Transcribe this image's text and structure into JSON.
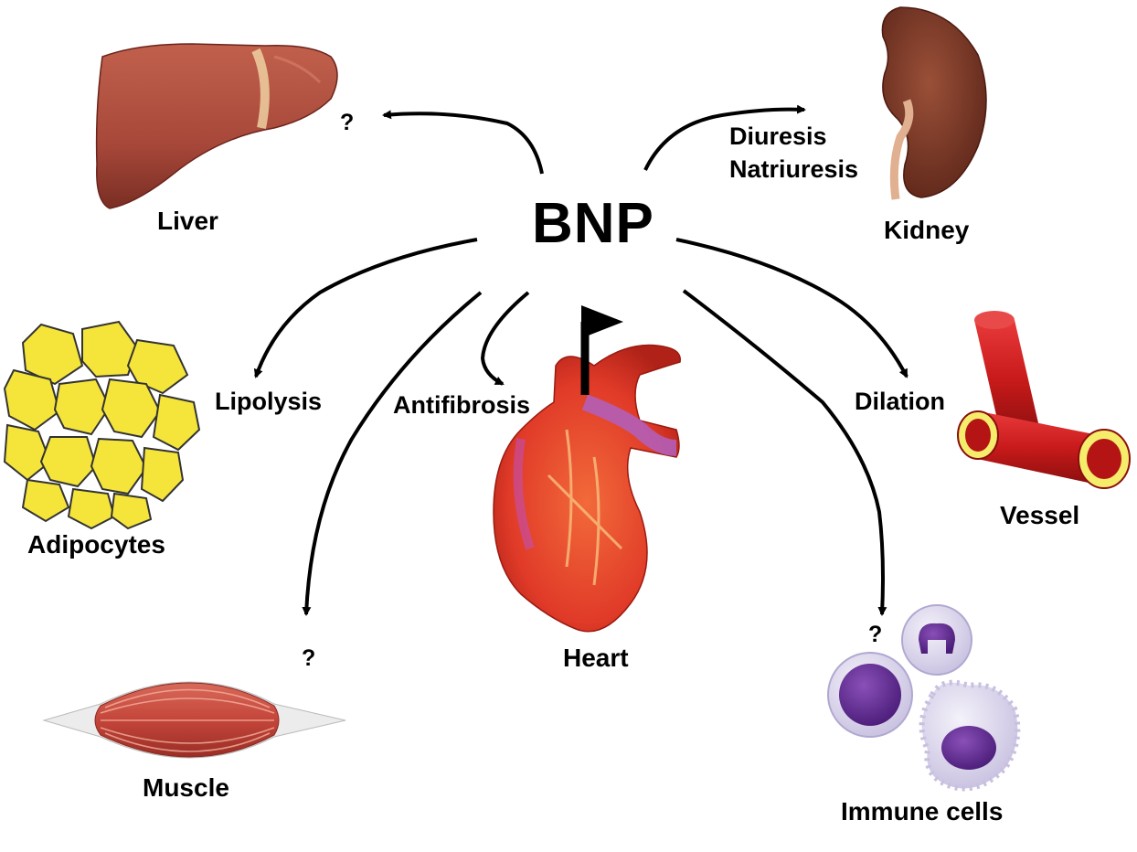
{
  "center": {
    "label": "BNP"
  },
  "organs": {
    "liver": "Liver",
    "kidney": "Kidney",
    "adipocytes": "Adipocytes",
    "vessel": "Vessel",
    "muscle": "Muscle",
    "heart": "Heart",
    "immune": "Immune cells"
  },
  "effects": {
    "diuresis": "Diuresis",
    "natriuresis": "Natriuresis",
    "lipolysis": "Lipolysis",
    "antifibrosis": "Antifibrosis",
    "dilation": "Dilation"
  },
  "unknown": {
    "liver_q": "?",
    "muscle_q": "?",
    "immune_q": "?"
  },
  "colors": {
    "liver": "#a8483a",
    "kidney": "#7a3828",
    "fat": "#f5e53a",
    "vessel": "#cf1e1e",
    "vessel_ring": "#f4ec6a",
    "muscle": "#c4453a",
    "heart": "#e8402e",
    "immune_cell": "#5e2a8a",
    "immune_membrane": "#dcd6ec",
    "arrow": "#000000"
  }
}
